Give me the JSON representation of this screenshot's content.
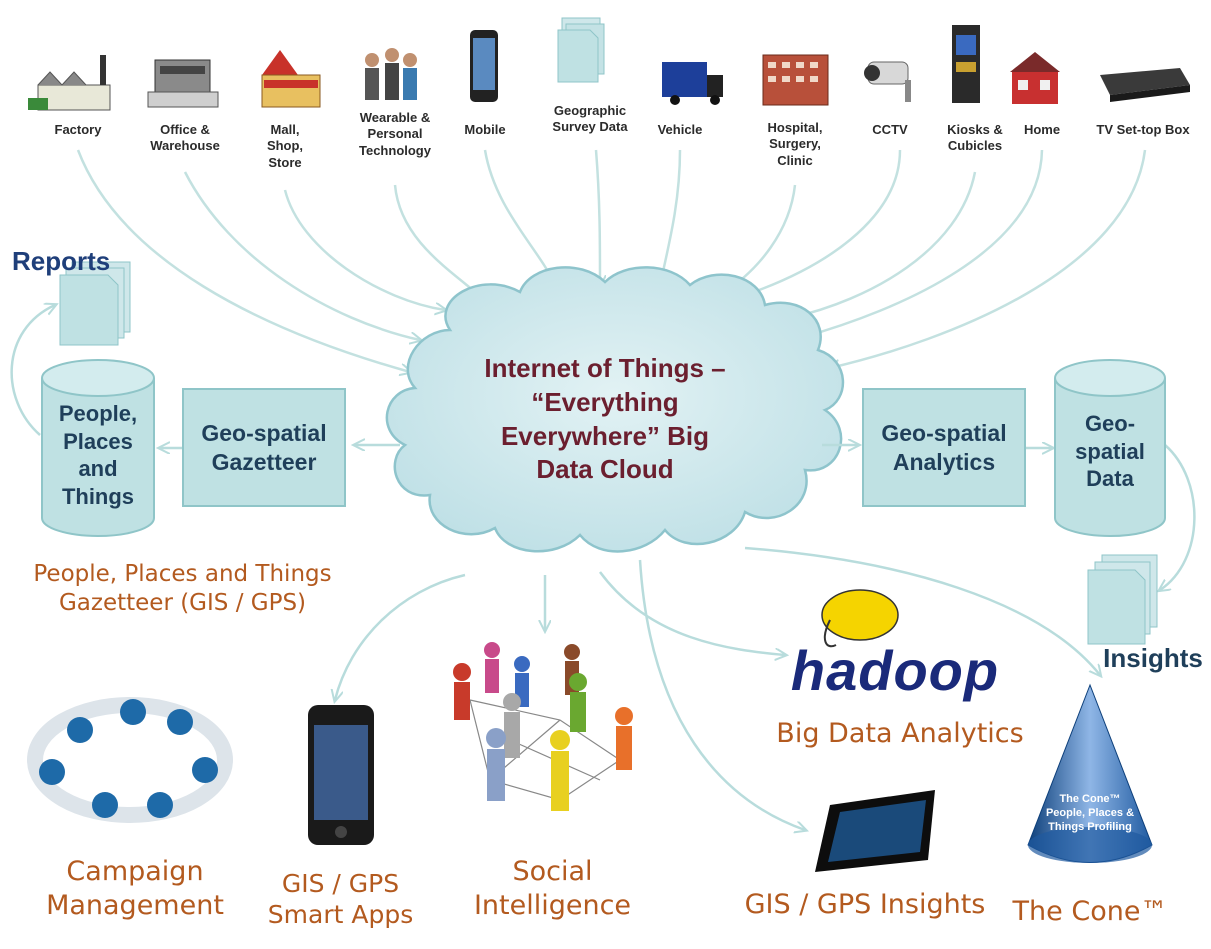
{
  "sources": [
    {
      "label": "Factory",
      "icon": "factory-icon"
    },
    {
      "label": "Office &\nWarehouse",
      "icon": "warehouse-icon"
    },
    {
      "label": "Mall,\nShop,\nStore",
      "icon": "store-icon"
    },
    {
      "label": "Wearable &\nPersonal\nTechnology",
      "icon": "people-icon"
    },
    {
      "label": "Mobile",
      "icon": "mobile-phone-icon"
    },
    {
      "label": "Geographic\nSurvey Data",
      "icon": "survey-documents-icon"
    },
    {
      "label": "Vehicle",
      "icon": "truck-icon"
    },
    {
      "label": "Hospital,\nSurgery,\nClinic",
      "icon": "hospital-icon"
    },
    {
      "label": "CCTV",
      "icon": "cctv-camera-icon"
    },
    {
      "label": "Kiosks &\nCubicles",
      "icon": "kiosk-icon"
    },
    {
      "label": "Home",
      "icon": "house-icon"
    },
    {
      "label": "TV Set-top Box",
      "icon": "settop-box-icon"
    }
  ],
  "cloud": {
    "text": "Internet of Things –\n“Everything\nEverywhere” Big\nData Cloud"
  },
  "left": {
    "reports": "Reports",
    "gazetteer_box": "Geo-spatial\nGazetteer",
    "database": "People,\nPlaces\nand\nThings",
    "caption": "People, Places and Things\nGazetteer (GIS / GPS)"
  },
  "right": {
    "analytics_box": "Geo-spatial\nAnalytics",
    "database": "Geo-\nspatial\nData",
    "insights": "Insights"
  },
  "outputs": {
    "campaign": "Campaign\nManagement",
    "gis_apps": "GIS / GPS\nSmart Apps",
    "social": "Social\nIntelligence",
    "hadoop_logo": "hadoop",
    "big_data": "Big Data Analytics",
    "gis_insights": "GIS / GPS Insights",
    "cone_caption": "The Cone™",
    "cone_inner": "The Cone™\nPeople, Places &\nThings Profiling"
  },
  "colors": {
    "arrow": "#c3e1e0",
    "cloud_fill": "#c9e6ea",
    "box_fill": "#bfe1e3",
    "cloud_text": "#6b1f2f",
    "orange_text": "#b35a1f",
    "dark_text": "#1f3f5a"
  }
}
